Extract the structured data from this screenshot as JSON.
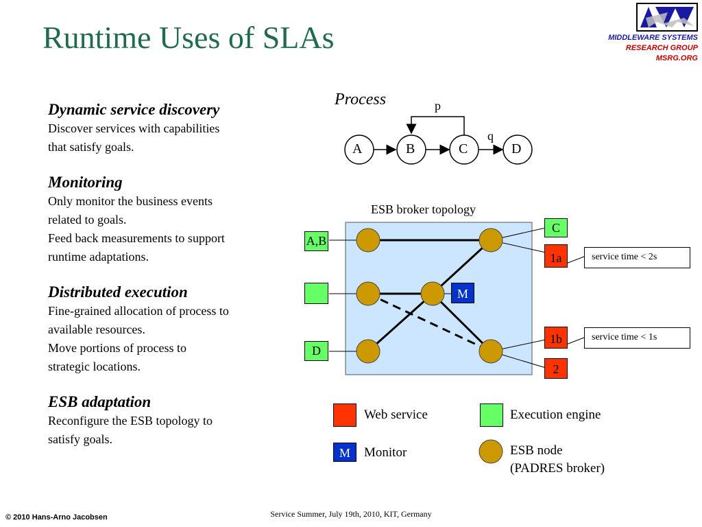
{
  "slide": {
    "title": "Runtime Uses of SLAs",
    "logo": {
      "line1": "MIDDLEWARE SYSTEMS",
      "line2": "RESEARCH GROUP",
      "line3": "MSRG.ORG",
      "colors": {
        "blue": "#1a1aa0",
        "red": "#c00000"
      }
    },
    "sections": [
      {
        "heading": "Dynamic service discovery",
        "lines": [
          "Discover services with capabilities",
          "that satisfy goals."
        ]
      },
      {
        "heading": "Monitoring",
        "lines": [
          "Only monitor the business events",
          "related to goals.",
          "Feed back measurements to support",
          "runtime adaptations."
        ]
      },
      {
        "heading": "Distributed execution",
        "lines": [
          "Fine-grained allocation of process to",
          "available resources.",
          "Move portions of process to",
          "strategic locations."
        ]
      },
      {
        "heading": "ESB adaptation",
        "lines": [
          "Reconfigure the ESB topology to",
          "satisfy goals."
        ]
      }
    ],
    "process": {
      "label": "Process",
      "nodes": [
        "A",
        "B",
        "C",
        "D"
      ],
      "loop_label": "p",
      "edge_label": "q"
    },
    "topology": {
      "label": "ESB broker topology",
      "engine_ab": "A,B",
      "engine_blank": "",
      "engine_d": "D",
      "engine_c": "C",
      "ws_1a": "1a",
      "ws_1b": "1b",
      "ws_2": "2",
      "monitor": "M",
      "note_1a": "service time < 2s",
      "note_1b": "service time < 1s"
    },
    "legend": {
      "web_service": "Web service",
      "execution_engine": "Execution engine",
      "monitor_symbol": "M",
      "monitor": "Monitor",
      "esb_node_line1": "ESB node",
      "esb_node_line2": "(PADRES broker)"
    },
    "footer": {
      "copyright": "© 2010 Hans-Arno Jacobsen",
      "conference": "Service Summer, July 19th, 2010, KIT, Germany"
    },
    "colors": {
      "title": "#1f6b4c",
      "web_service": "#ff3300",
      "execution_engine": "#66ff66",
      "monitor": "#0033cc",
      "esb_node": "#cc9900",
      "topology_bg": "#cce6ff"
    }
  }
}
